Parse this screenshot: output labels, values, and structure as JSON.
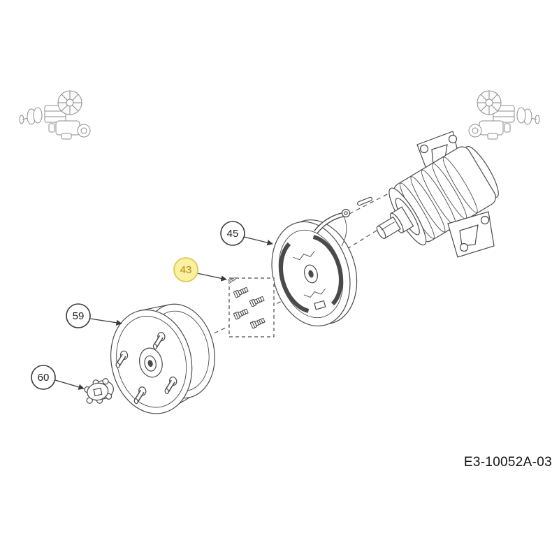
{
  "diagram": {
    "code": "E3-10052A-03",
    "callouts": [
      {
        "id": "45",
        "highlighted": false
      },
      {
        "id": "43",
        "highlighted": true
      },
      {
        "id": "59",
        "highlighted": false
      },
      {
        "id": "60",
        "highlighted": false
      }
    ],
    "colors": {
      "line": "#4a4a4a",
      "thumbnail_line": "#8d8d8d",
      "callout_stroke": "#3a3a3a",
      "callout_text": "#1f1f1f",
      "highlight_fill": "#f9f0a2",
      "highlight_stroke": "#ddc94e",
      "highlight_text": "#b8860b",
      "code_text": "#141414"
    }
  }
}
